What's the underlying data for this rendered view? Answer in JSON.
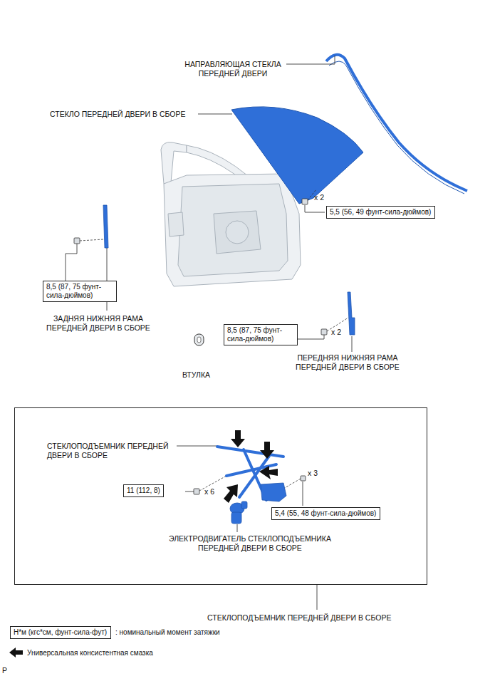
{
  "diagram": {
    "nodes": [
      {
        "text": [
          "5,5 (56, 49 фунт-сила-дюймов)"
        ]
      },
      {
        "text": [
          "8,5 (87, 75 фунт-сила-дюймов)"
        ]
      },
      {
        "text": [
          "8,5 (87, 75 фунт-сила-дюймов)"
        ]
      },
      {
        "text": [
          "СТЕКЛОПОДЪЕМНИК ПЕРЕДНЕЙ ДВЕРИ В СБОРЕ"
        ]
      },
      {
        "text": [
          "11 (112, 8)"
        ],
        "in": 3
      },
      {
        "text": [
          "5,4 (55, 48 фунт-сила-дюймов)"
        ],
        "in": 3
      },
      {
        "text": [
          "Н*м (кгс*см, фунт-сила-фут)"
        ]
      }
    ],
    "labels": [
      "НАПРАВЛЯЮЩАЯ СТЕКЛА ПЕРЕДНЕЙ ДВЕРИ",
      "СТЕКЛО ПЕРЕДНЕЙ ДВЕРИ В СБОРЕ",
      "x 2",
      "ЗАДНЯЯ НИЖНЯЯ РАМА ПЕРЕДНЕЙ ДВЕРИ В СБОРЕ",
      "x 2",
      "ПЕРЕДНЯЯ НИЖНЯЯ РАМА ПЕРЕДНЕЙ ДВЕРИ В СБОРЕ",
      "ВТУЛКА",
      "СТЕКЛОПОДЪЕМНИК ПЕРЕДНЕЙ ДВЕРИ В СБОРЕ",
      "x 3",
      "x 6",
      "ЭЛЕКТРОДВИГАТЕЛЬ СТЕКЛОПОДЪЕМНИКА ПЕРЕДНЕЙ ДВЕРИ В СБОРЕ",
      "P"
    ],
    "legend": [
      {
        "text": ": номинальный момент затяжки"
      },
      {
        "text": "Универсальная консистентная смазка"
      }
    ]
  }
}
